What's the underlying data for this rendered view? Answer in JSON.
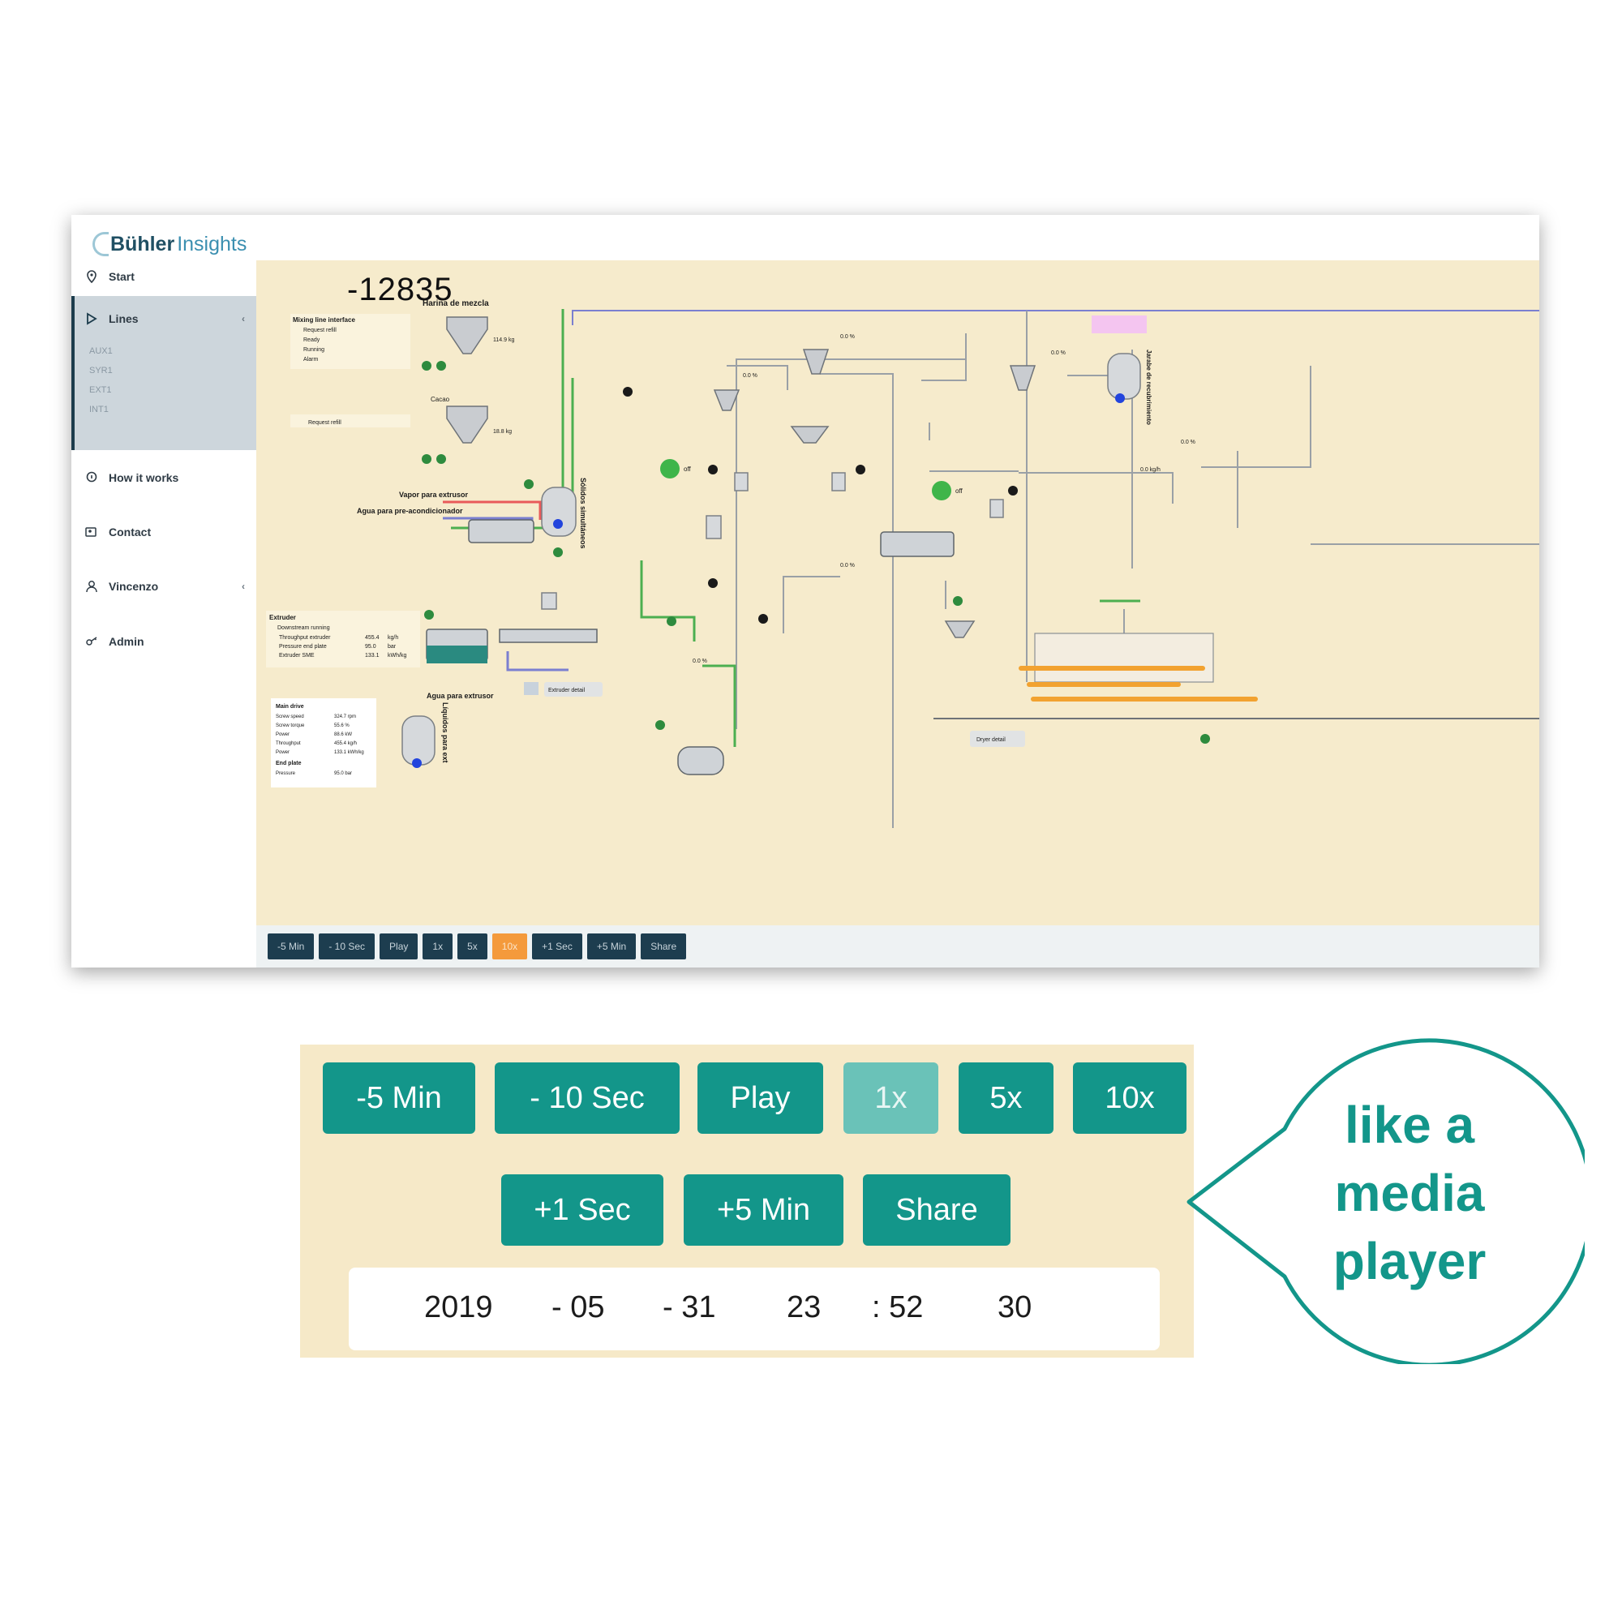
{
  "brand": {
    "name": "Bühler",
    "product": "Insights"
  },
  "sidebar": {
    "items": [
      {
        "label": "Start",
        "icon": "location-pin-icon"
      },
      {
        "label": "Lines",
        "icon": "play-triangle-icon"
      },
      {
        "label": "How it works",
        "icon": "info-pin-icon"
      },
      {
        "label": "Contact",
        "icon": "contact-card-icon"
      },
      {
        "label": "Vincenzo",
        "icon": "user-icon"
      },
      {
        "label": "Admin",
        "icon": "keys-icon"
      }
    ],
    "lines_sub": [
      "AUX1",
      "SYR1",
      "EXT1",
      "INT1"
    ]
  },
  "content": {
    "counter": "-12835",
    "labels": {
      "harina": "Harina de mezcla",
      "cacao": "Cacao",
      "mixing_title": "Mixing line interface",
      "mixing_items": [
        "Request refill",
        "Ready",
        "Running",
        "Alarm"
      ],
      "request_refill": "Request refill",
      "vapor": "Vapor para extrusor",
      "agua_pre": "Agua para pre-acondicionador",
      "solidos": "Sólidos simultáneos",
      "extruder_title": "Extruder",
      "extruder_status": "Downstream running",
      "extruder_rows": [
        {
          "name": "Throughput extruder",
          "value": "455.4",
          "unit": "kg/h"
        },
        {
          "name": "Pressure end plate",
          "value": "95.0",
          "unit": "bar"
        },
        {
          "name": "Extruder SME",
          "value": "133.1",
          "unit": "kWh/kg"
        }
      ],
      "agua_extrusor": "Agua para extrusor",
      "extruder_detail": "Extruder detail",
      "main_drive_title": "Main drive",
      "main_drive_rows": [
        {
          "name": "Screw speed",
          "value": "324.7 rpm"
        },
        {
          "name": "Screw torque",
          "value": "55.6 %"
        },
        {
          "name": "Power",
          "value": "88.6 kW"
        },
        {
          "name": "Throughput",
          "value": "455.4 kg/h"
        },
        {
          "name": "Power",
          "value": "133.1 kWh/kg"
        }
      ],
      "end_plate_title": "End plate",
      "end_plate_rows": [
        {
          "name": "Pressure",
          "value": "95.0 bar"
        }
      ],
      "liquidos": "Líquidos para ext",
      "jarabe": "Jarabe de recubrimiento",
      "dryer_detail": "Dryer detail",
      "off": "off",
      "flow1": "114.9 kg",
      "flow2": "18.8 kg",
      "pct": "0.0 %",
      "kgh": "0.0 kg/h"
    }
  },
  "toolbar": {
    "buttons": [
      "-5 Min",
      "- 10 Sec",
      "Play",
      "1x",
      "5x",
      "10x",
      "+1 Sec",
      "+5 Min",
      "Share"
    ],
    "active": "10x"
  },
  "panel": {
    "row1": [
      "-5 Min",
      "- 10 Sec",
      "Play",
      "1x",
      "5x",
      "10x"
    ],
    "row2": [
      "+1 Sec",
      "+5 Min",
      "Share"
    ],
    "date": {
      "year": "2019",
      "month": "- 05",
      "day": "- 31",
      "hour": "23",
      "minute": ": 52",
      "second": "30"
    }
  },
  "bubble": {
    "lines": [
      "like  a",
      "media",
      "player"
    ]
  },
  "colors": {
    "teal": "#13968a",
    "teal_light": "#6ac2b8",
    "panel_bg": "#f6e9c8",
    "toolbar_btn": "#1d3d4f",
    "toolbar_active": "#f49a3c",
    "pipe_green": "#4caf50",
    "pipe_grey": "#9aa0a6",
    "pipe_purple": "#7b7fd0"
  }
}
